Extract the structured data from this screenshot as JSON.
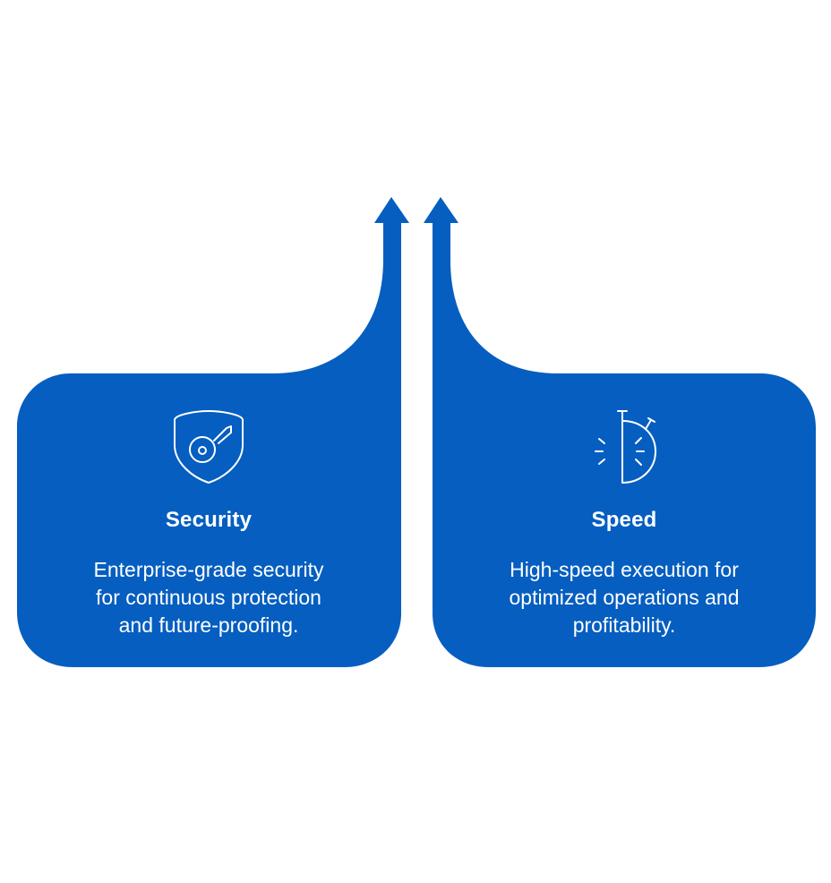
{
  "colors": {
    "brand_blue": "#055EC0",
    "text": "#FFFFFF",
    "background": "#FFFFFF"
  },
  "cards": [
    {
      "icon": "shield-key-icon",
      "title": "Security",
      "description_lines": [
        "Enterprise-grade security",
        "for continuous protection",
        "and future-proofing."
      ]
    },
    {
      "icon": "stopwatch-speed-icon",
      "title": "Speed",
      "description_lines": [
        "High-speed execution for",
        "optimized operations and",
        "profitability."
      ]
    }
  ],
  "arrows": [
    {
      "direction": "up",
      "side": "left"
    },
    {
      "direction": "up",
      "side": "right"
    }
  ]
}
